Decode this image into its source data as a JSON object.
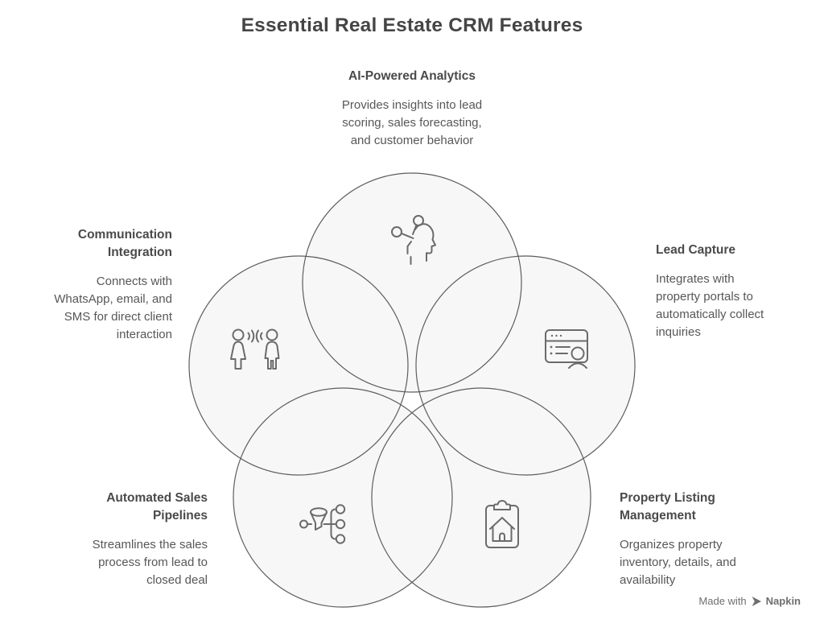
{
  "title": "Essential Real Estate CRM Features",
  "colors": {
    "background": "#ffffff",
    "circle_fill": "#f7f7f7",
    "circle_stroke": "#5d5d5d",
    "title_text": "#454545",
    "heading_text": "#4a4a4a",
    "body_text": "#575757",
    "icon_stroke": "#6b6b6b",
    "watermark_text": "#6e6e6e"
  },
  "features": [
    {
      "id": "ai-powered-analytics",
      "title": "AI-Powered Analytics",
      "description_lines": [
        "Provides insights into lead",
        "scoring, sales forecasting,",
        "and customer behavior"
      ],
      "icon": "ai-head-icon",
      "position": "top"
    },
    {
      "id": "communication-integration",
      "title": "Communication Integration",
      "description_lines": [
        "Connects with",
        "WhatsApp, email, and",
        "SMS for direct client",
        "interaction"
      ],
      "icon": "people-talking-icon",
      "position": "left"
    },
    {
      "id": "lead-capture",
      "title": "Lead Capture",
      "description_lines": [
        "Integrates with",
        "property portals to",
        "automatically collect",
        "inquiries"
      ],
      "icon": "lead-form-person-icon",
      "position": "right"
    },
    {
      "id": "automated-sales-pipelines",
      "title": "Automated Sales Pipelines",
      "description_lines": [
        "Streamlines the sales",
        "process from lead to",
        "closed deal"
      ],
      "icon": "funnel-pipeline-icon",
      "position": "bottom-left"
    },
    {
      "id": "property-listing-management",
      "title": "Property Listing Management",
      "description_lines": [
        "Organizes property",
        "inventory, details, and",
        "availability"
      ],
      "icon": "clipboard-house-icon",
      "position": "bottom-right"
    }
  ],
  "watermark": {
    "prefix": "Made with",
    "brand": "Napkin"
  }
}
